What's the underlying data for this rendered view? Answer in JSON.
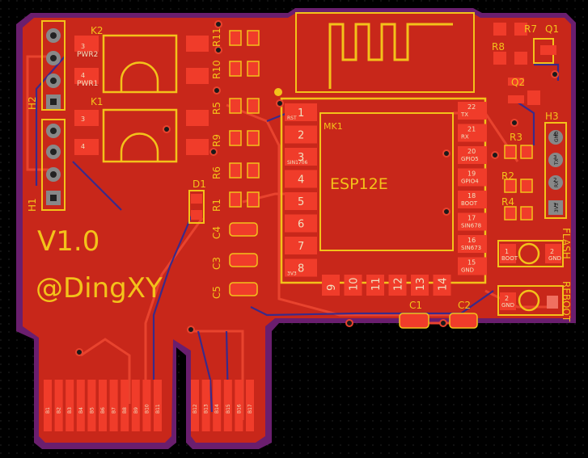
{
  "colors": {
    "background": "#000000",
    "board": "#c8271a",
    "trace": "#e23a26",
    "pad": "#f03c2a",
    "silkscreen": "#f3c21a",
    "outline": "#6a1e6e",
    "via": "#1a1a1a"
  },
  "board_text": {
    "version": "V1.0",
    "author": "@DingXY",
    "module_name": "ESP12E",
    "module_ref": "MK1",
    "flash_label": "FLASH",
    "reboot_label": "REBOOT"
  },
  "refs": {
    "K1": "K1",
    "K2": "K2",
    "H1": "H1",
    "H2": "H2",
    "H3": "H3",
    "D1": "D1",
    "R1": "R1",
    "R2": "R2",
    "R3": "R3",
    "R4": "R4",
    "R5": "R5",
    "R6": "R6",
    "R7": "R7",
    "R8": "R8",
    "R9": "R9",
    "R10": "R10",
    "R11": "R11",
    "C1": "C1",
    "C2": "C2",
    "C3": "C3",
    "C4": "C4",
    "C5": "C5",
    "Q1": "Q1",
    "Q2": "Q2"
  },
  "relay_labels": {
    "k2_pin3": "3",
    "k2_pin4": "4",
    "k2_pwr2": "PWR2",
    "k2_pwr1": "PWR1",
    "k1_pin3": "3",
    "k1_pin4": "4"
  },
  "h3_pins": [
    "4",
    "3",
    "2",
    "1"
  ],
  "h3_names": [
    "GND",
    "TX",
    "RX",
    "3V3"
  ],
  "esp_left_pins": [
    "1",
    "2",
    "3",
    "4",
    "5",
    "6",
    "7",
    "8"
  ],
  "esp_left_small": [
    "RST",
    "",
    "SIN1706",
    "",
    "",
    "",
    "",
    "3V3"
  ],
  "esp_right_pins": [
    "22",
    "21",
    "20",
    "19",
    "18",
    "17",
    "16",
    "15"
  ],
  "esp_right_small": [
    "TX",
    "RX",
    "GPIO5",
    "GPIO4",
    "BOOT",
    "SIN678",
    "SIN673",
    "GND"
  ],
  "esp_bottom_pins": [
    "9",
    "10",
    "11",
    "12",
    "13",
    "14"
  ],
  "button_labels": {
    "flash_pin1": "1",
    "flash_boot": "BOOT",
    "flash_pin2": "2",
    "flash_gnd": "GND",
    "reboot_pin2": "2",
    "reboot_gnd": "GND"
  },
  "edge_pads": [
    "B1",
    "B2",
    "B3",
    "B4",
    "B5",
    "B6",
    "B7",
    "B8",
    "B9",
    "B10",
    "B11"
  ],
  "edge_pads_right": [
    "B12",
    "B13",
    "B14",
    "B15",
    "B16",
    "B17"
  ]
}
